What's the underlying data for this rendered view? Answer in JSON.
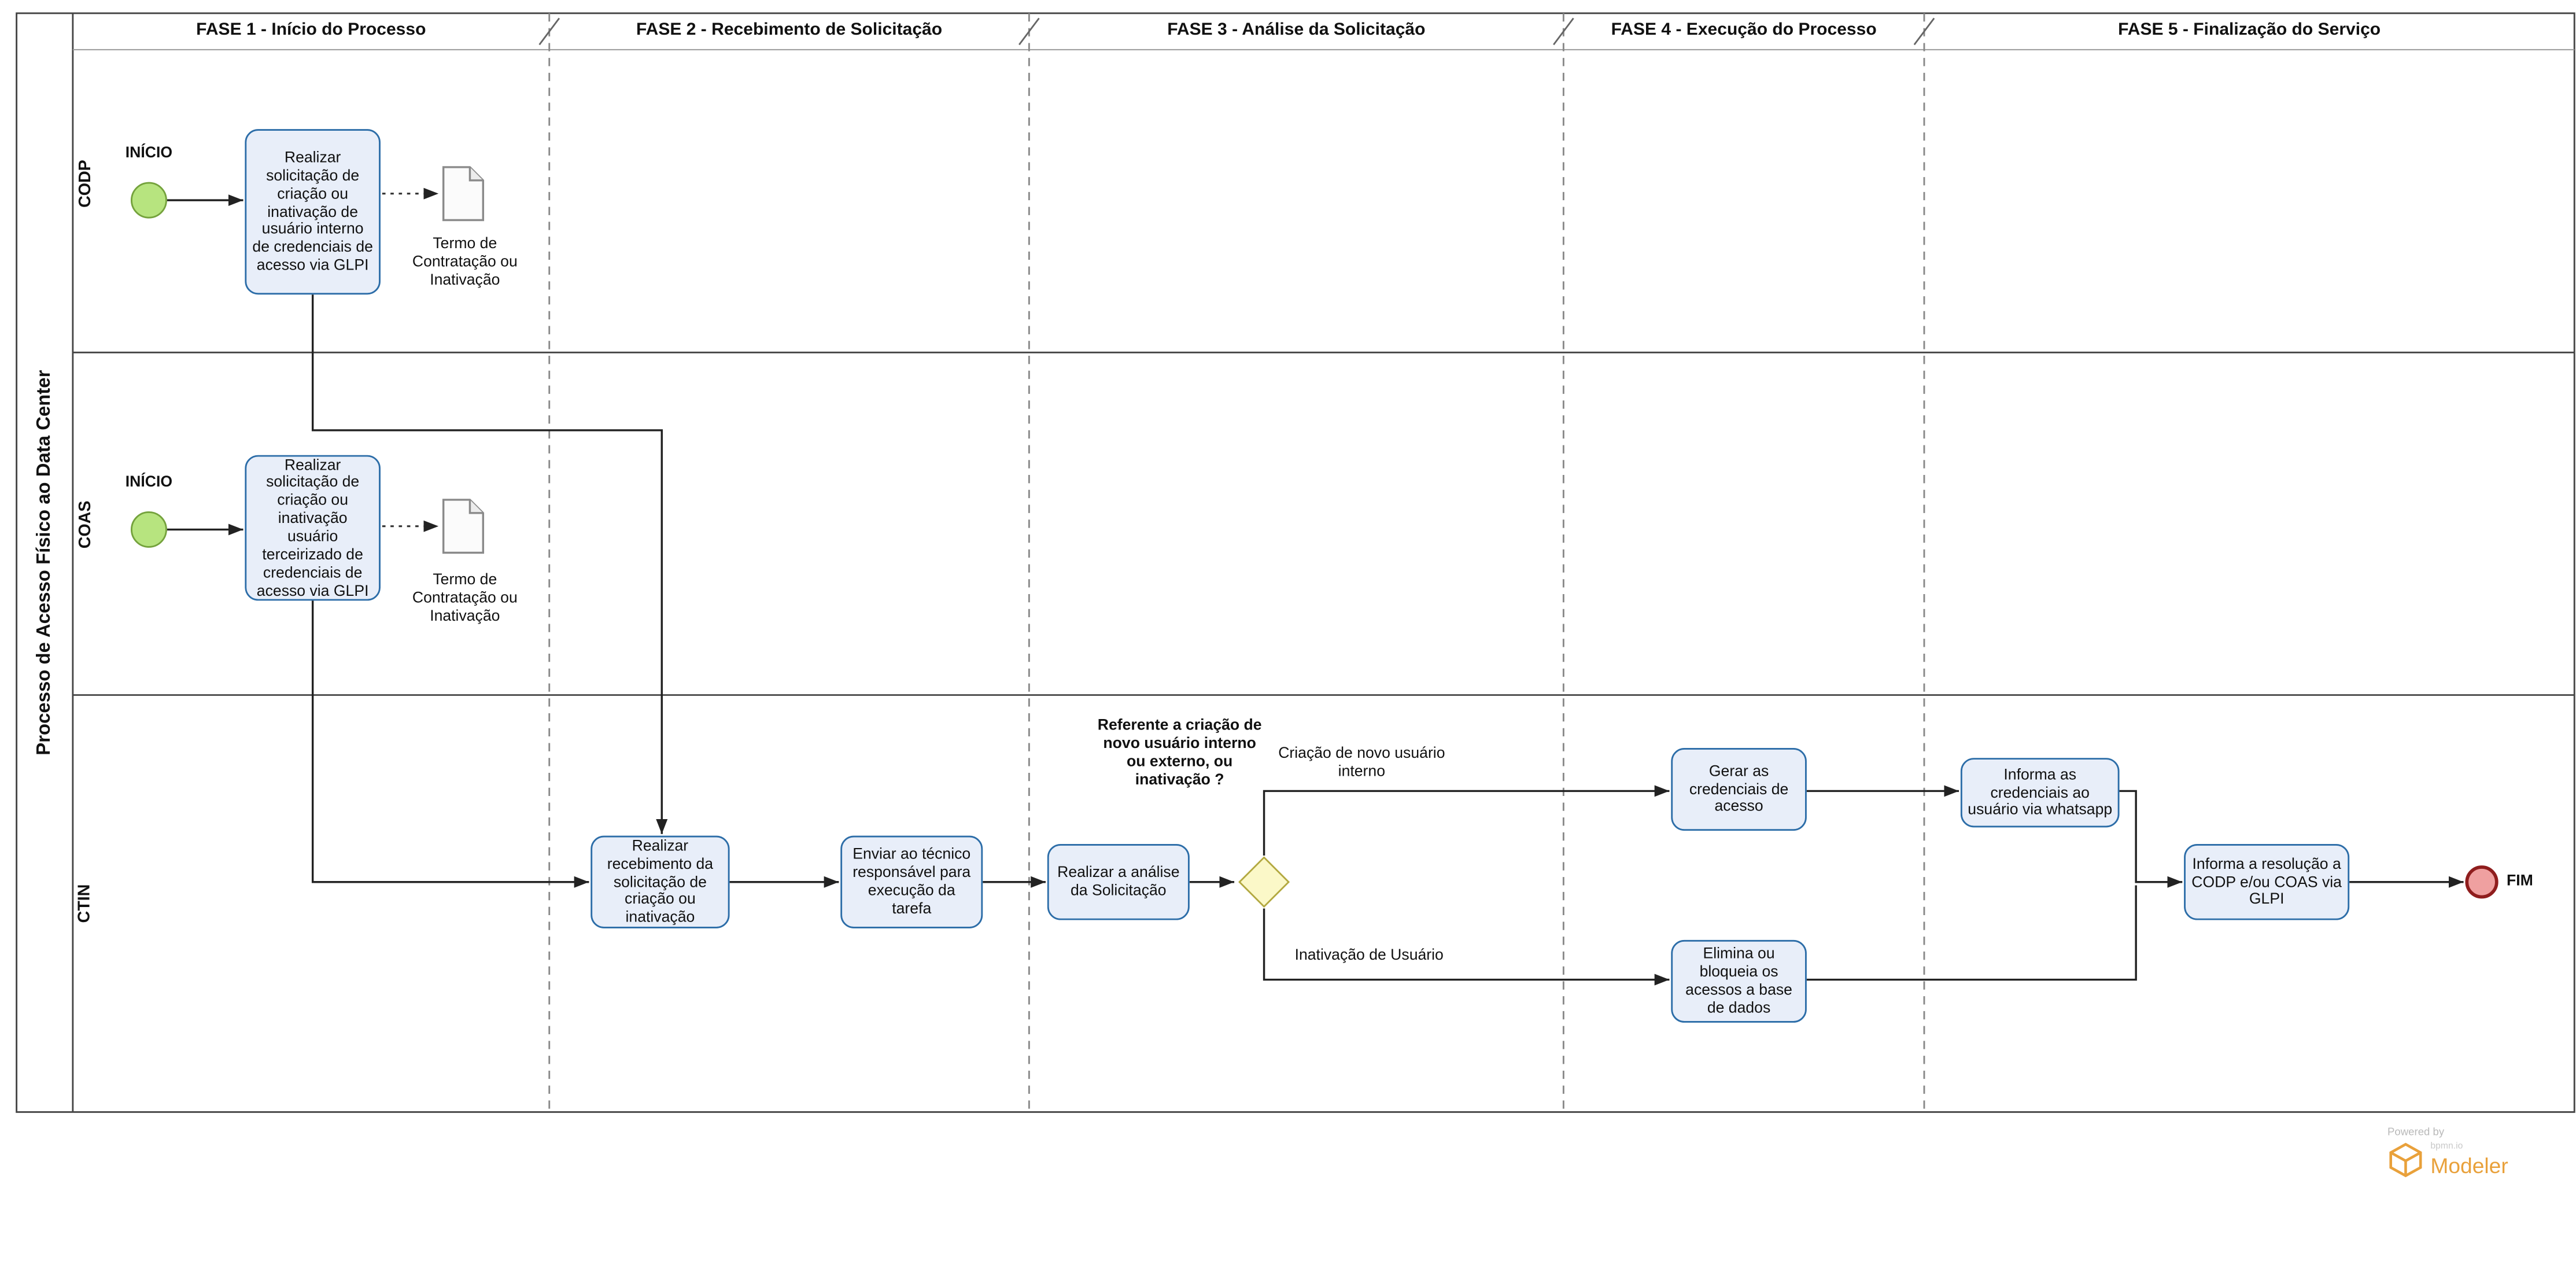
{
  "pool": {
    "title": "Processo de Acesso Físico ao Data Center"
  },
  "lanes": [
    {
      "label": "CODP"
    },
    {
      "label": "COAS"
    },
    {
      "label": "CTIN"
    }
  ],
  "phases": [
    {
      "label": "FASE 1 - Início do Processo"
    },
    {
      "label": "FASE 2 - Recebimento de Solicitação"
    },
    {
      "label": "FASE 3 - Análise da Solicitação"
    },
    {
      "label": "FASE 4 - Execução do Processo"
    },
    {
      "label": "FASE 5 - Finalização do Serviço"
    }
  ],
  "events": {
    "codp_start_label": "INÍCIO",
    "coas_start_label": "INÍCIO",
    "end_label": "FIM"
  },
  "tasks": {
    "codp_request": "Realizar solicitação de criação ou inativação de usuário interno de credenciais de acesso via GLPI",
    "coas_request": "Realizar solicitação de criação ou inativação usuário terceirizado de credenciais de acesso via GLPI",
    "receive_request": "Realizar recebimento da solicitação de criação ou inativação",
    "send_to_technician": "Enviar ao técnico responsável para execução da tarefa",
    "analyze_request": "Realizar a análise da Solicitação",
    "generate_credentials": "Gerar as credenciais de acesso",
    "inform_credentials_whatsapp": "Informa as credenciais ao usuário via whatsapp",
    "block_access": "Elimina ou bloqueia os acessos a base de dados",
    "inform_resolution_glpi": "Informa a resolução a CODP e/ou COAS via GLPI"
  },
  "data_objects": {
    "codp_document": "Termo de Contratação ou Inativação",
    "coas_document": "Termo de Contratação ou Inativação"
  },
  "gateway": {
    "label": "Referente a criação de novo usuário interno ou externo, ou inativação ?"
  },
  "flow_labels": {
    "create_internal_user": "Criação de novo usuário interno",
    "deactivate_user": "Inativação de Usuário"
  },
  "watermark": {
    "powered_by": "Powered by",
    "brand_top": "bpmn.io",
    "brand": "Modeler"
  },
  "colors": {
    "task_fill": "#e8eef9",
    "task_border": "#2c6da8",
    "start_fill": "#b7e47f",
    "start_border": "#74a23c",
    "end_fill": "#efa0a0",
    "end_border": "#8f1d1d",
    "gateway_fill": "#fbf8c8",
    "gateway_border": "#b2a840",
    "brand_orange": "#e9a13b"
  }
}
